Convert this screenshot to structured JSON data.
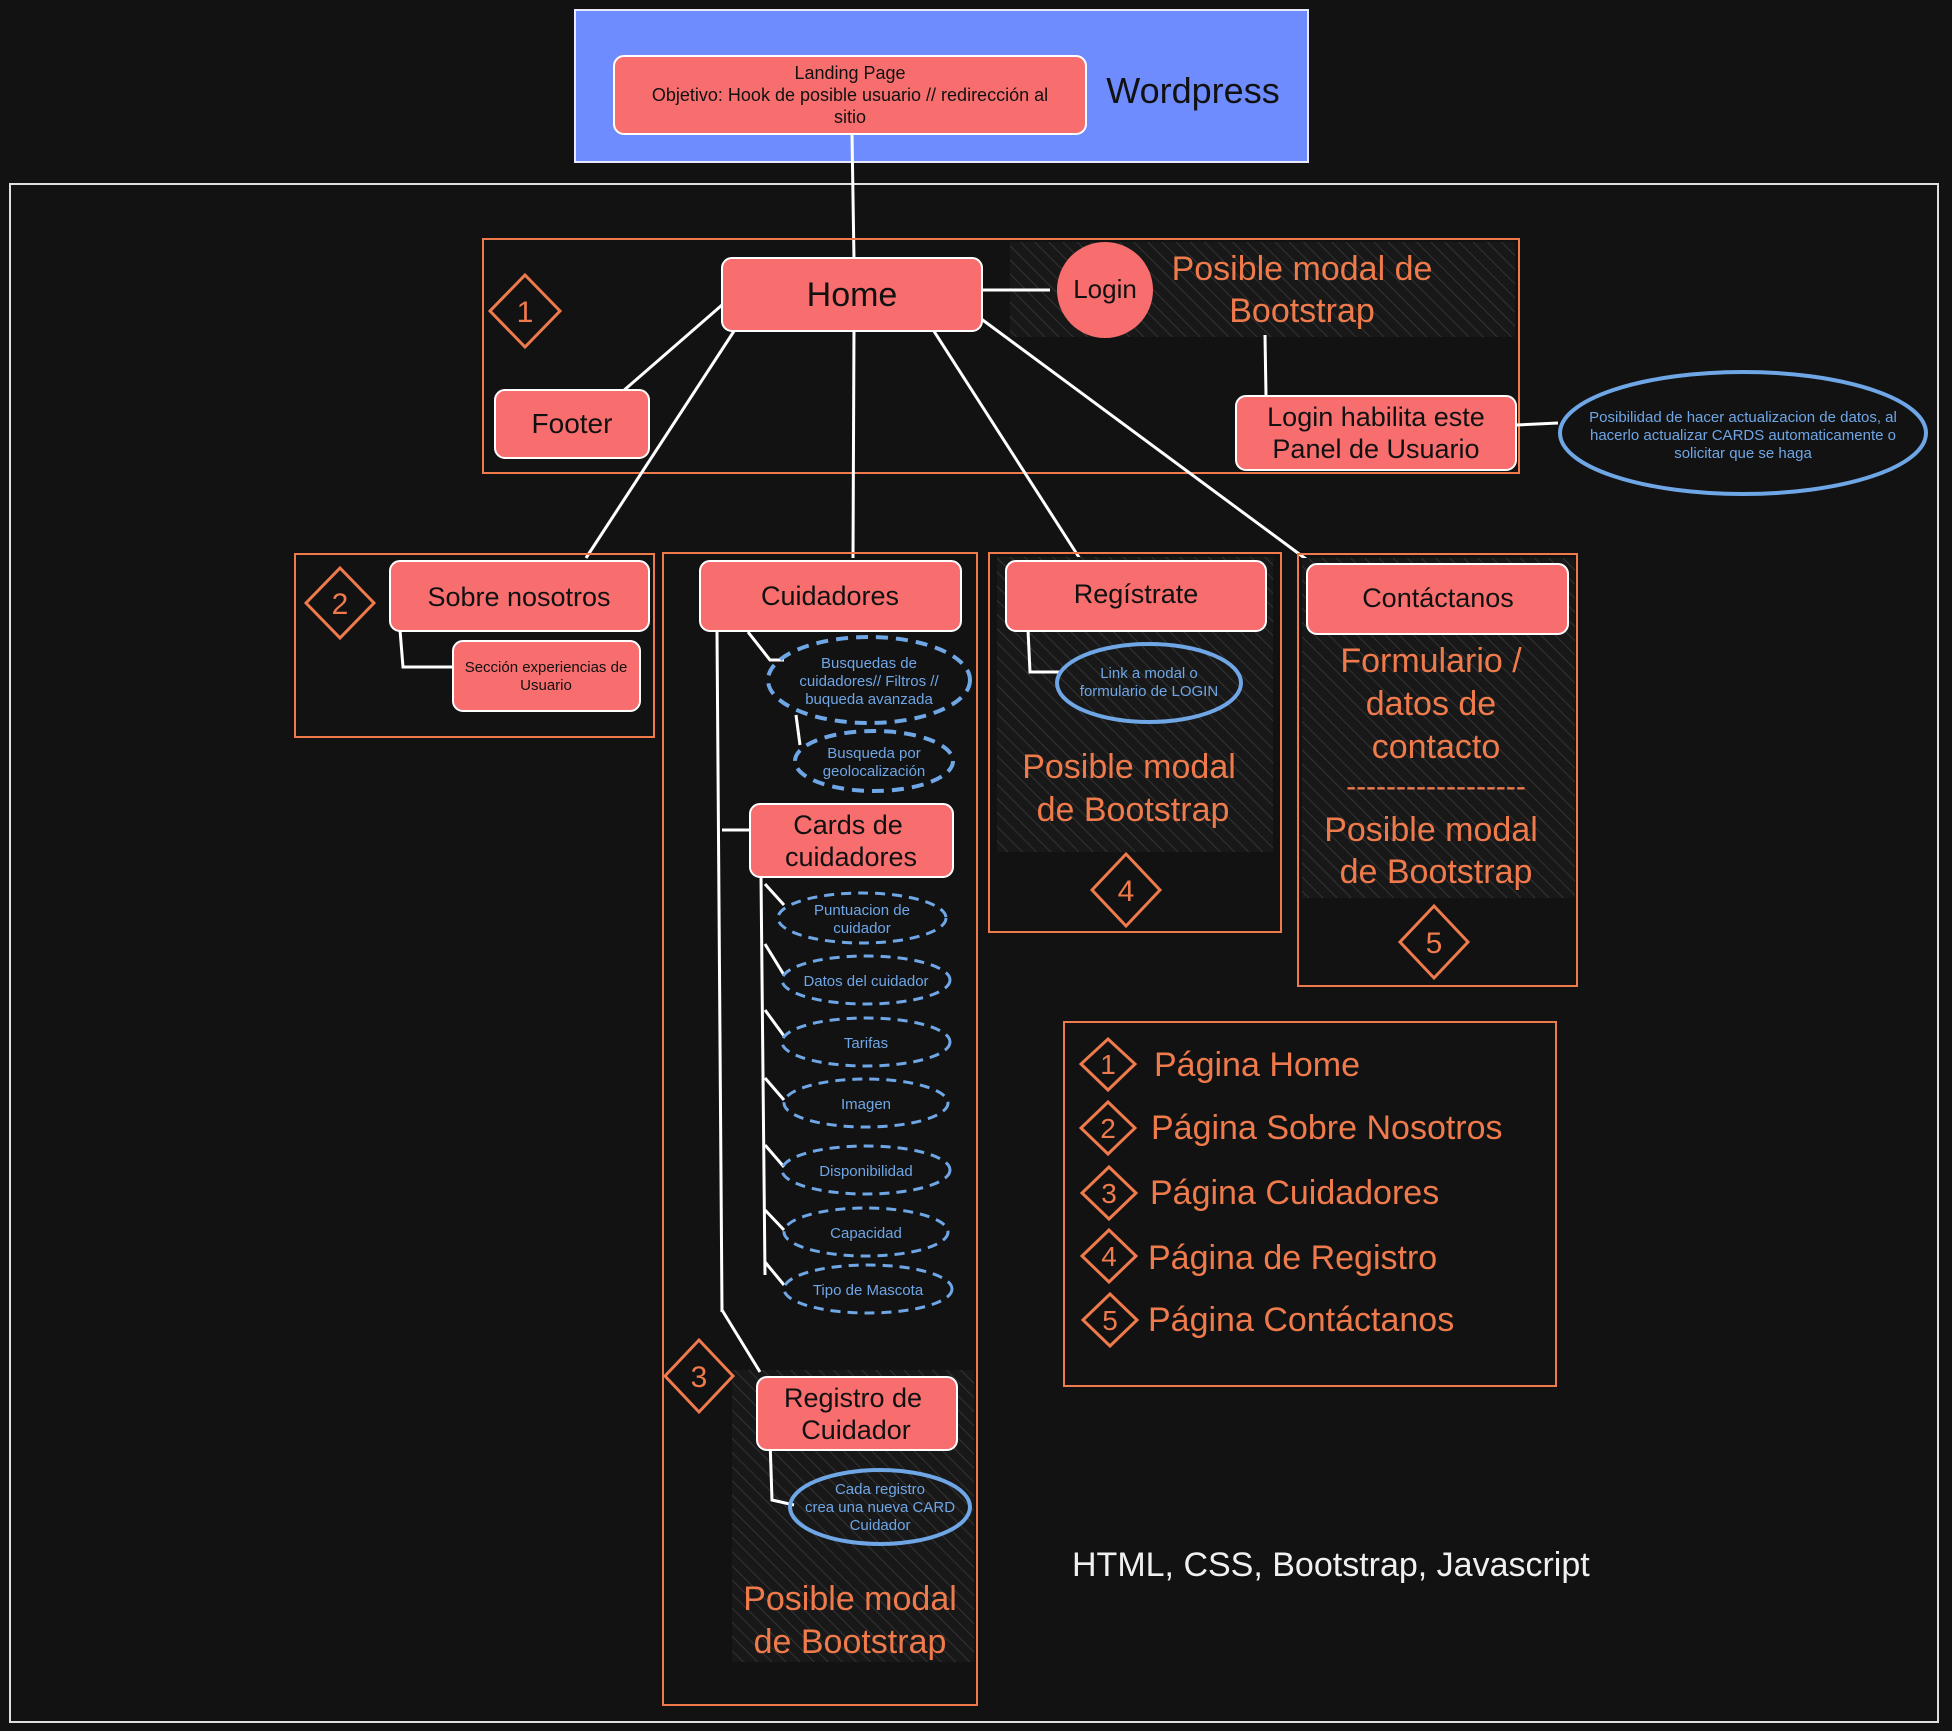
{
  "wordpress": {
    "title": "Wordpress",
    "landing_line1": "Landing Page",
    "landing_line2": "Objetivo: Hook de posible usuario // redirección al",
    "landing_line3": "sitio"
  },
  "section1": {
    "badge": "1",
    "home": "Home",
    "login": "Login",
    "modal_line1": "Posible modal de",
    "modal_line2": "Bootstrap",
    "footer": "Footer",
    "panel_line1": "Login habilita este",
    "panel_line2": "Panel de Usuario",
    "note_line1": "Posibilidad de hacer actualizacion de datos, al",
    "note_line2": "hacerlo actualizar CARDS automaticamente o",
    "note_line3": "solicitar que se haga"
  },
  "section2": {
    "badge": "2",
    "title": "Sobre nosotros",
    "sub_line1": "Sección experiencias de",
    "sub_line2": "Usuario"
  },
  "section3": {
    "badge": "3",
    "title": "Cuidadores",
    "search_line1": "Busquedas de",
    "search_line2": "cuidadores// Filtros //",
    "search_line3": "buqueda avanzada",
    "geo_line1": "Busqueda por",
    "geo_line2": "geolocalización",
    "cards_line1": "Cards de",
    "cards_line2": "cuidadores",
    "card_fields": [
      "Puntuacion de cuidador",
      "Datos del cuidador",
      "Tarifas",
      "Imagen",
      "Disponibilidad",
      "Capacidad",
      "Tipo de Mascota"
    ],
    "reg_line1": "Registro de",
    "reg_line2": "Cuidador",
    "reg_note_line1": "Cada registro",
    "reg_note_line2": "crea una nueva CARD",
    "reg_note_line3": "Cuidador",
    "modal_line1": "Posible modal",
    "modal_line2": "de Bootstrap"
  },
  "section4": {
    "badge": "4",
    "title": "Regístrate",
    "link_line1": "Link a modal o",
    "link_line2": "formulario de LOGIN",
    "modal_line1": "Posible modal",
    "modal_line2": "de Bootstrap"
  },
  "section5": {
    "badge": "5",
    "title": "Contáctanos",
    "form_line1": "Formulario /",
    "form_line2": "datos de",
    "form_line3": "contacto",
    "divider": "------------------",
    "modal_line1": "Posible modal",
    "modal_line2": "de Bootstrap"
  },
  "legend": {
    "items": [
      {
        "num": "1",
        "label": "Página Home"
      },
      {
        "num": "2",
        "label": "Página Sobre Nosotros"
      },
      {
        "num": "3",
        "label": "Página Cuidadores"
      },
      {
        "num": "4",
        "label": "Página de Registro"
      },
      {
        "num": "5",
        "label": "Página Contáctanos"
      }
    ]
  },
  "tech": "HTML, CSS, Bootstrap, Javascript",
  "colors": {
    "background": "#121212",
    "node_fill": "#f86e6e",
    "accent_orange": "#ef7a4b",
    "note_blue": "#6fa6e6",
    "wordpress_fill": "#6f8cff"
  }
}
